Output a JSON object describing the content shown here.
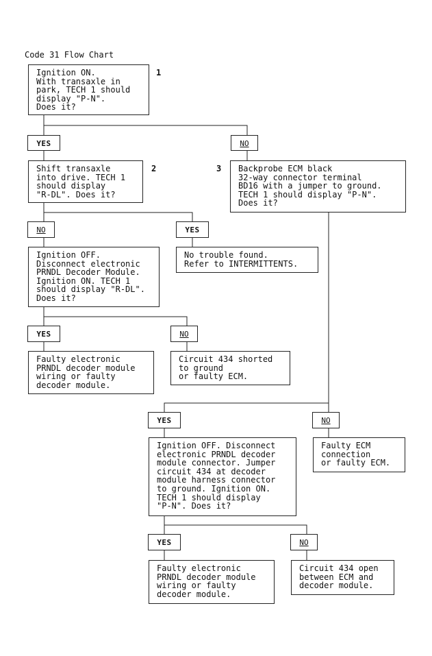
{
  "title": "Code 31 Flow Chart",
  "steps": {
    "step1": "1",
    "step2": "2",
    "step3": "3"
  },
  "labels": {
    "yes": "YES",
    "no": "NO"
  },
  "boxes": {
    "box1": "Ignition ON.\nWith transaxle in\npark, TECH 1 should\ndisplay \"P-N\".\nDoes it?",
    "box2": "Shift transaxle\ninto drive. TECH 1\nshould display\n\"R-DL\". Does it?",
    "box3": "Backprobe ECM black\n32-way connector terminal\nBD16 with a jumper to ground.\nTECH 1 should display \"P-N\".\nDoes it?",
    "box4": "Ignition OFF.\nDisconnect electronic\nPRNDL Decoder Module.\nIgnition ON. TECH 1\nshould display \"R-DL\".\nDoes it?",
    "box5": "No trouble found.\nRefer to INTERMITTENTS.",
    "box6": "Faulty electronic\nPRNDL decoder module\nwiring or faulty\ndecoder module.",
    "box7": "Circuit 434 shorted\nto ground\nor faulty ECM.",
    "box8": "Ignition OFF. Disconnect\nelectronic PRNDL decoder\nmodule connector. Jumper\ncircuit 434 at decoder\nmodule harness connector\nto ground. Ignition ON.\nTECH 1 should display\n\"P-N\". Does it?",
    "box9": "Faulty ECM\nconnection\nor faulty ECM.",
    "box10": "Faulty electronic\nPRNDL decoder module\nwiring or faulty\ndecoder module.",
    "box11": "Circuit 434 open\nbetween ECM and\ndecoder module."
  }
}
